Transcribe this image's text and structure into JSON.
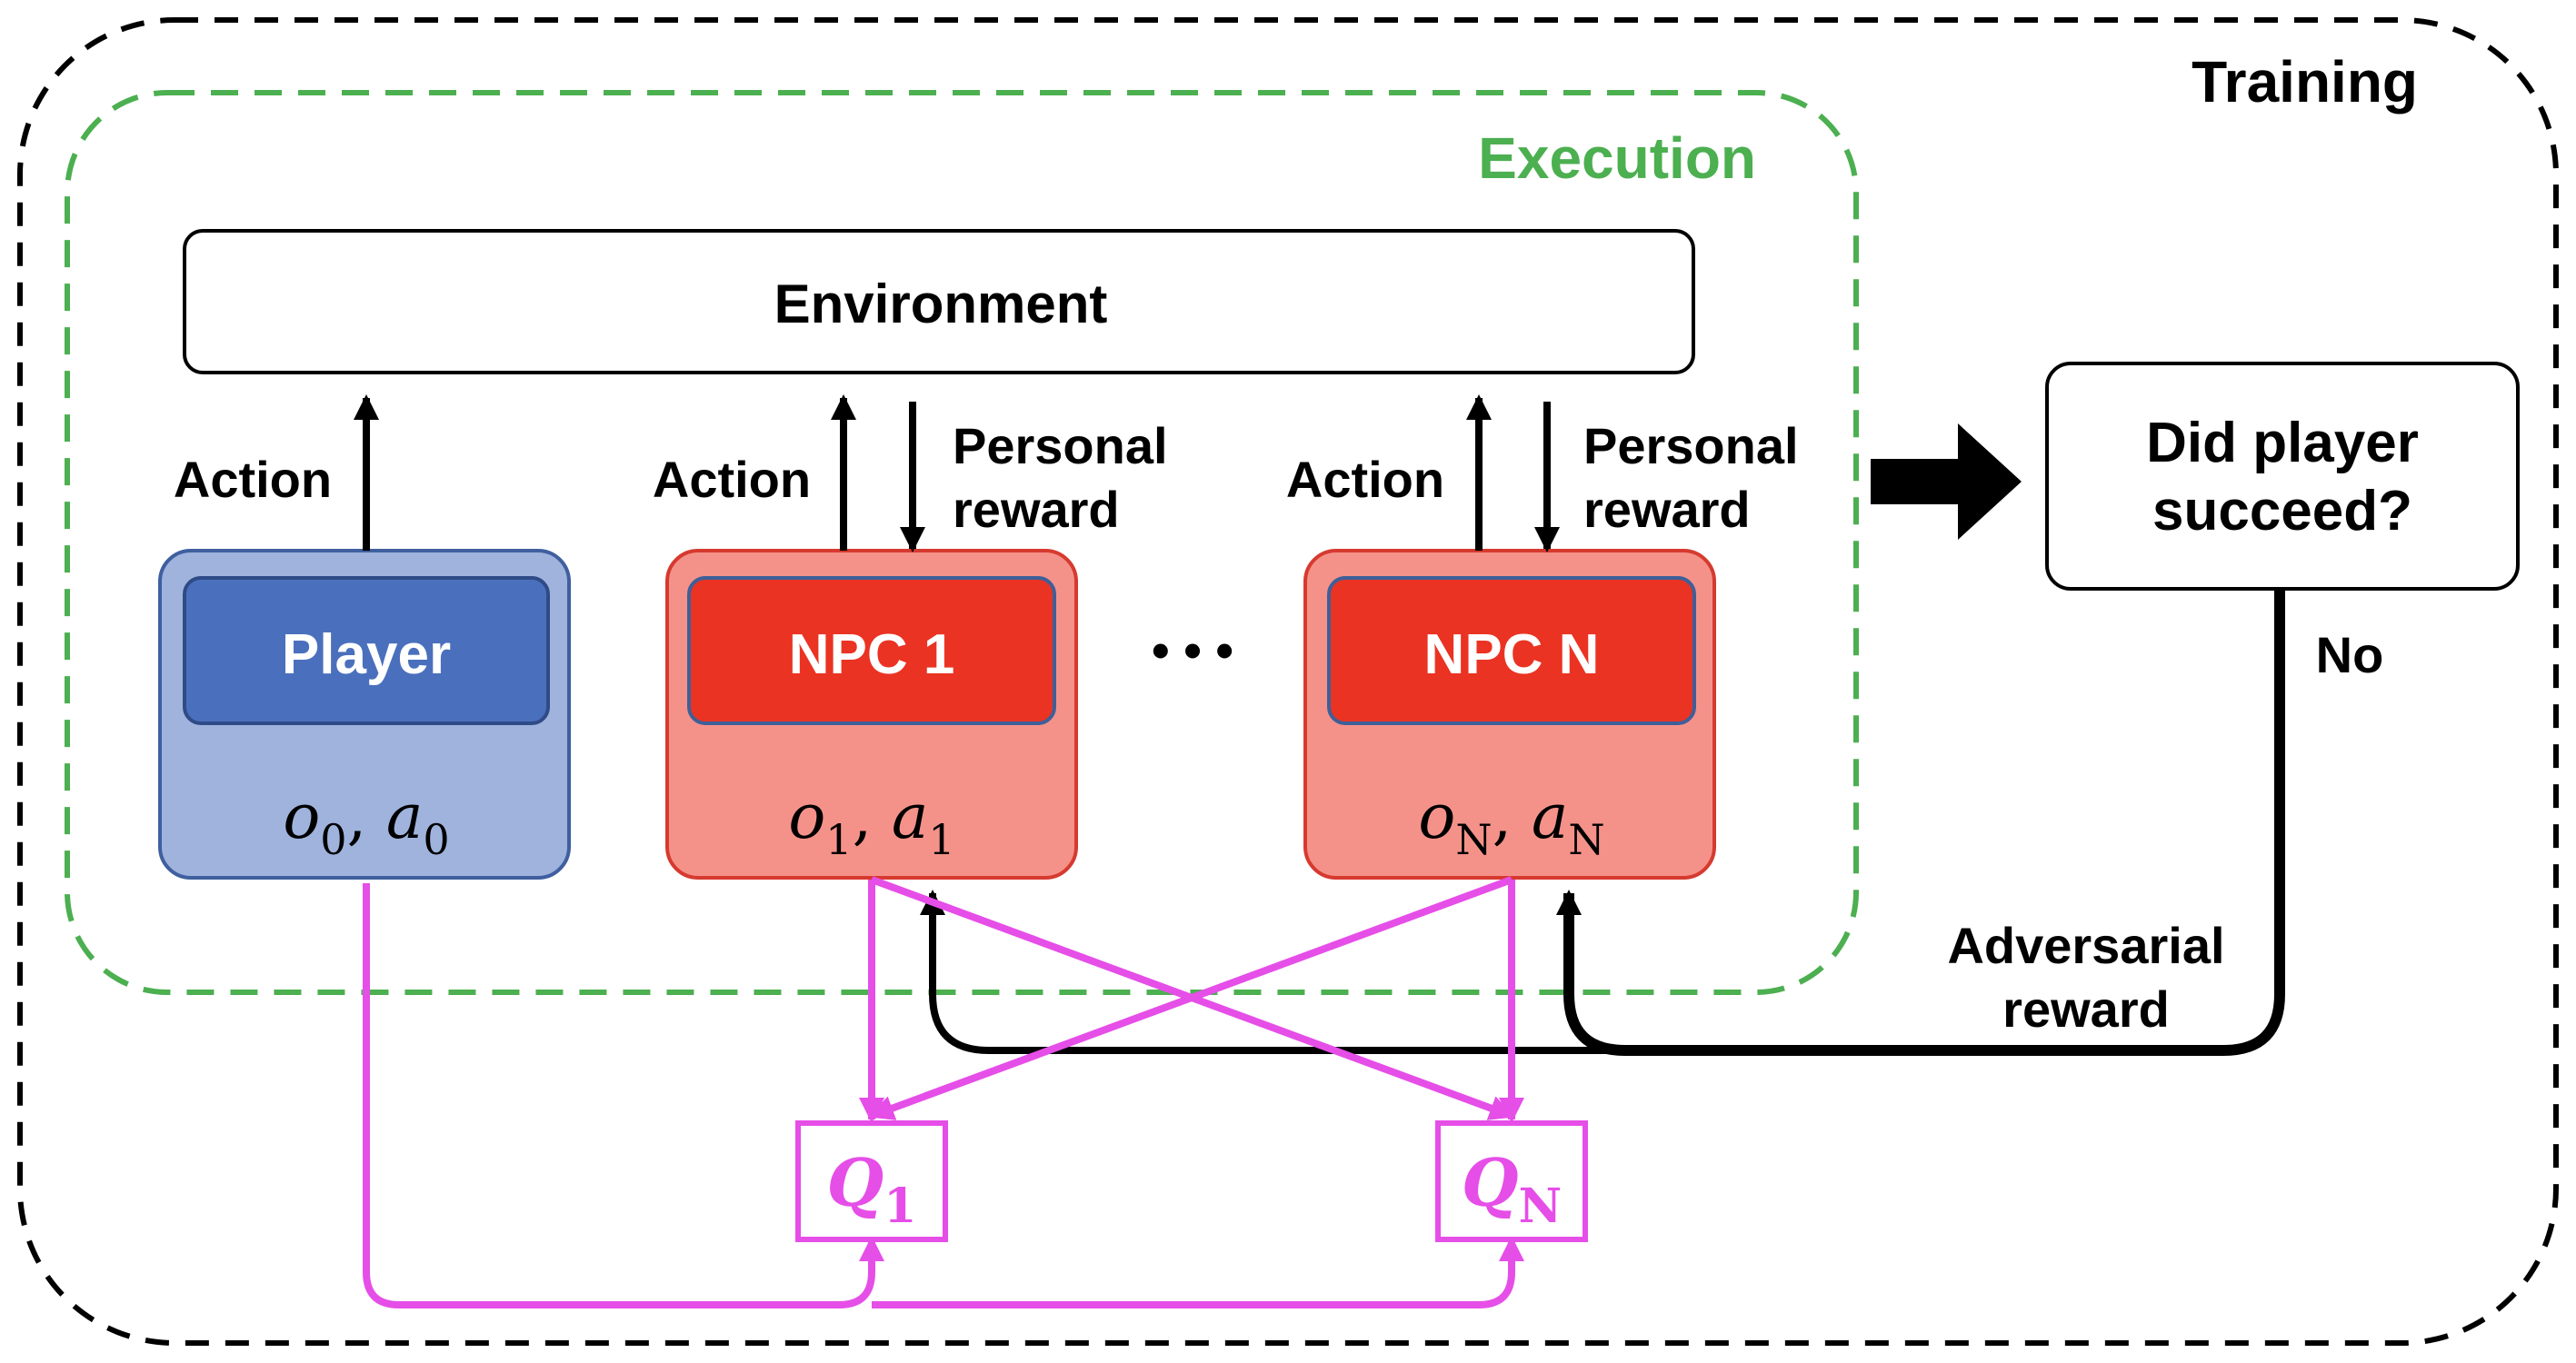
{
  "labels": {
    "training": "Training",
    "execution": "Execution",
    "environment": "Environment",
    "player": "Player",
    "npc1": "NPC 1",
    "npcN": "NPC N",
    "ellipsis": "• • •",
    "action_player": "Action",
    "action_npc1": "Action",
    "action_npcN": "Action",
    "personal_reward_npc1_line1": "Personal",
    "personal_reward_npc1_line2": "reward",
    "personal_reward_npcN_line1": "Personal",
    "personal_reward_npcN_line2": "reward",
    "decision_line1": "Did player",
    "decision_line2": "succeed?",
    "no": "No",
    "adversarial_line1": "Adversarial",
    "adversarial_line2": "reward"
  },
  "math": {
    "player": {
      "o": "o",
      "o_sub": "0",
      "a": "a",
      "a_sub": "0"
    },
    "npc1": {
      "o": "o",
      "o_sub": "1",
      "a": "a",
      "a_sub": "1"
    },
    "npcN": {
      "o": "o",
      "o_sub": "N",
      "a": "a",
      "a_sub": "N"
    },
    "q1": {
      "q": "Q",
      "sub": "1"
    },
    "qN": {
      "q": "Q",
      "sub": "N"
    }
  },
  "colors": {
    "execution_border": "#4caf50",
    "execution_text": "#4caf50",
    "player_outer": "#9fb3dd",
    "player_inner": "#4a70bd",
    "npc_outer": "#f4928a",
    "npc_inner": "#ea3323",
    "critic": "#e64ee8",
    "black": "#000000"
  }
}
